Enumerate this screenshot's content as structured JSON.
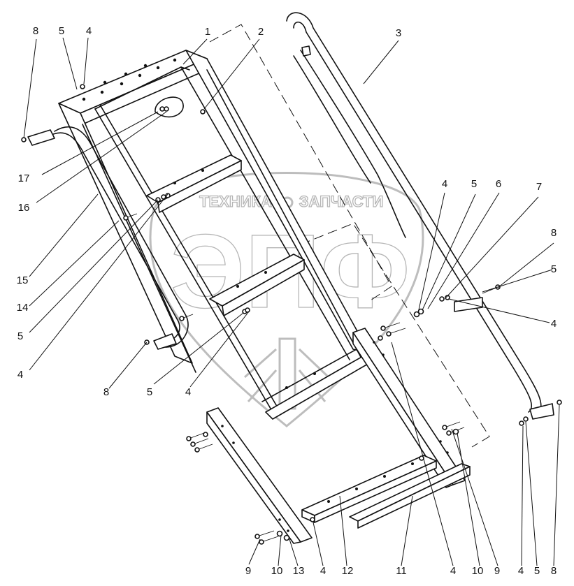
{
  "watermark": {
    "top_text": "ТЕХНИКА",
    "top_text_right": "ЗАПЧАСТИ",
    "logo_letters": "ЭПФ"
  },
  "callouts": [
    {
      "id": "c1",
      "label": "1"
    },
    {
      "id": "c2",
      "label": "2"
    },
    {
      "id": "c3",
      "label": "3"
    },
    {
      "id": "c4a",
      "label": "4"
    },
    {
      "id": "c5a",
      "label": "5"
    },
    {
      "id": "c8a",
      "label": "8"
    },
    {
      "id": "c17",
      "label": "17"
    },
    {
      "id": "c16",
      "label": "16"
    },
    {
      "id": "c15",
      "label": "15"
    },
    {
      "id": "c14",
      "label": "14"
    },
    {
      "id": "c5b",
      "label": "5"
    },
    {
      "id": "c4b",
      "label": "4"
    },
    {
      "id": "c8b",
      "label": "8"
    },
    {
      "id": "c5c",
      "label": "5"
    },
    {
      "id": "c4c",
      "label": "4"
    },
    {
      "id": "c4d",
      "label": "4"
    },
    {
      "id": "c5d",
      "label": "5"
    },
    {
      "id": "c6",
      "label": "6"
    },
    {
      "id": "c7",
      "label": "7"
    },
    {
      "id": "c8c",
      "label": "8"
    },
    {
      "id": "c5e",
      "label": "5"
    },
    {
      "id": "c4e",
      "label": "4"
    },
    {
      "id": "c9a",
      "label": "9"
    },
    {
      "id": "c10a",
      "label": "10"
    },
    {
      "id": "c13",
      "label": "13"
    },
    {
      "id": "c4f",
      "label": "4"
    },
    {
      "id": "c12",
      "label": "12"
    },
    {
      "id": "c11",
      "label": "11"
    },
    {
      "id": "c4g",
      "label": "4"
    },
    {
      "id": "c10b",
      "label": "10"
    },
    {
      "id": "c9b",
      "label": "9"
    },
    {
      "id": "c4h",
      "label": "4"
    },
    {
      "id": "c5f",
      "label": "5"
    },
    {
      "id": "c8d",
      "label": "8"
    }
  ]
}
